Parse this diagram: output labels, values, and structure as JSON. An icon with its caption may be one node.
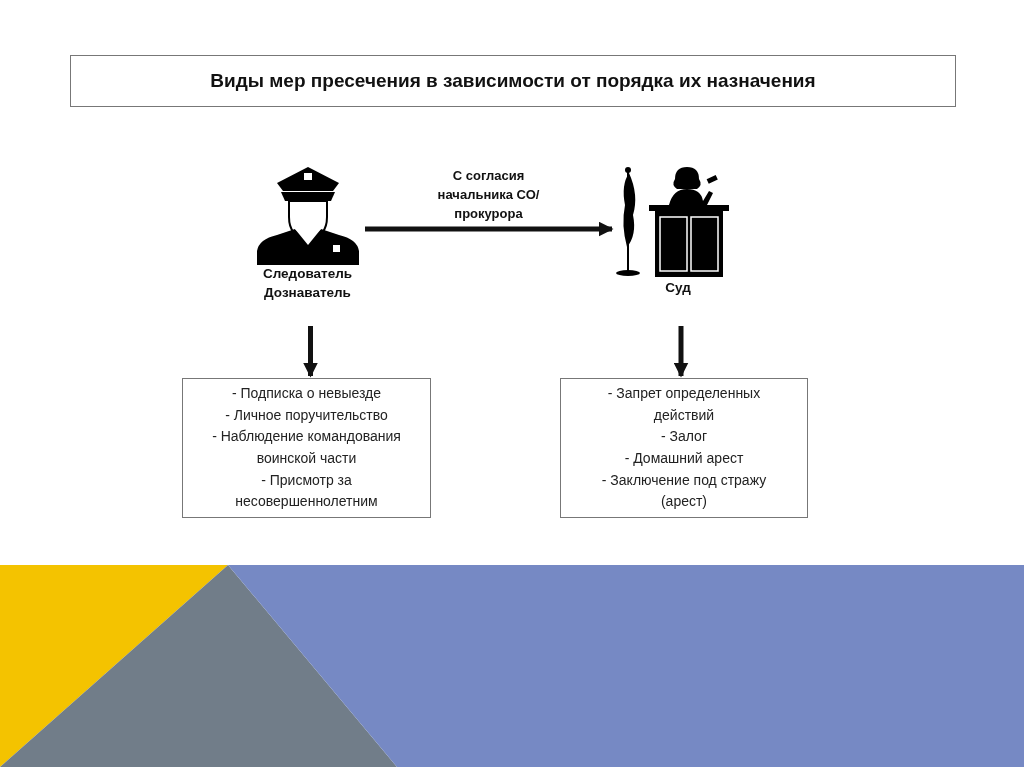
{
  "diagram": {
    "title": "Виды мер пресечения в зависимости от порядка их назначения",
    "nodes": [
      {
        "text": [
          "Следователь Дознаватель"
        ]
      },
      {
        "text": [
          "Суд"
        ]
      },
      {
        "text": [
          "- Подписка о невыезде",
          "- Личное поручительство",
          "- Наблюдение командования воинской части",
          "- Присмотр за несовершеннолетним"
        ]
      },
      {
        "text": [
          "- Запрет определенных действий",
          "- Залог",
          "- Домашний арест",
          "- Заключение под стражу (арест)"
        ]
      }
    ],
    "edges": [
      {
        "from": 0,
        "to": 1,
        "arrow": "to",
        "label": "С согласия начальника СО/ прокурора"
      },
      {
        "from": 0,
        "to": 2,
        "arrow": "to"
      },
      {
        "from": 1,
        "to": 3,
        "arrow": "to"
      }
    ]
  }
}
